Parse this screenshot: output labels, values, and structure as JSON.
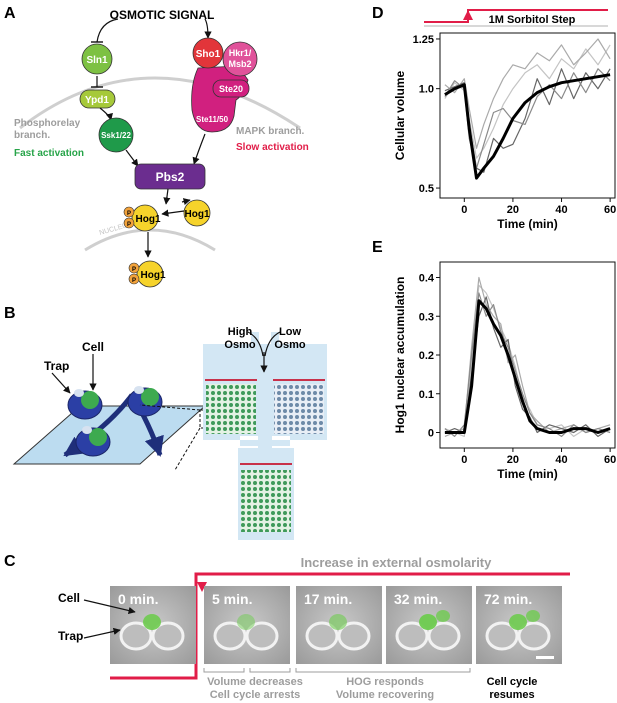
{
  "panels": {
    "A": "A",
    "B": "B",
    "C": "C",
    "D": "D",
    "E": "E"
  },
  "panel_a": {
    "signal": "OSMOTIC SIGNAL",
    "sln1": "Sln1",
    "ypd1": "Ypd1",
    "ssk": "Ssk1/22",
    "sho1": "Sho1",
    "hkr1_l1": "Hkr1/",
    "hkr1_l2": "Msb2",
    "ste20": "Ste20",
    "ste11": "Ste11/50",
    "pbs2": "Pbs2",
    "hog1": "Hog1",
    "p": "P",
    "phos_l1": "Phosphorelay",
    "phos_l2": "branch.",
    "fast": "Fast activation",
    "mapk": "MAPK branch.",
    "slow": "Slow activation",
    "nucleus": "NUCLEUS",
    "colors": {
      "sln1": "#7dc143",
      "ypd1": "#a6c93a",
      "ssk": "#1f9a4a",
      "sho1": "#e2353a",
      "hkr1": "#e0529a",
      "ste20": "#d1207f",
      "pbs2": "#6b2d8f",
      "hog1": "#f6d32b",
      "p": "#f2a23a",
      "fast": "#27a449",
      "slow": "#e11d48"
    }
  },
  "panel_b": {
    "cell": "Cell",
    "trap": "Trap",
    "high_l1": "High",
    "high_l2": "Osmo",
    "low_l1": "Low",
    "low_l2": "Osmo"
  },
  "panel_c": {
    "header": "Increase in external osmolarity",
    "times": [
      "0 min.",
      "5 min.",
      "17 min.",
      "32 min.",
      "72 min."
    ],
    "cell": "Cell",
    "trap": "Trap",
    "cap1_l1": "Volume decreases",
    "cap1_l2": "Cell cycle arrests",
    "cap2_l1": "HOG responds",
    "cap2_l2": "Volume recovering",
    "cap3_l1": "Cell cycle",
    "cap3_l2": "resumes"
  },
  "chart_data": [
    {
      "type": "line",
      "panel": "D",
      "annotation": "1M Sorbitol Step",
      "xlabel": "Time (min)",
      "ylabel": "Cellular volume",
      "xlim": [
        -10,
        62
      ],
      "ylim": [
        0.45,
        1.28
      ],
      "xticks": [
        0,
        20,
        40,
        60
      ],
      "yticks": [
        0.5,
        1.0,
        1.25
      ],
      "ytick_labels": [
        "0.5",
        "1.0",
        "1.25"
      ],
      "x": [
        -8,
        -4,
        0,
        2,
        5,
        8,
        12,
        16,
        20,
        25,
        30,
        35,
        40,
        45,
        50,
        55,
        60
      ],
      "series": [
        {
          "color": "#000000",
          "values": [
            0.97,
            1.0,
            1.02,
            0.8,
            0.55,
            0.6,
            0.66,
            0.75,
            0.85,
            0.93,
            0.98,
            1.01,
            1.03,
            1.04,
            1.05,
            1.06,
            1.07
          ]
        },
        {
          "color": "#8a8a8a",
          "values": [
            0.96,
            1.04,
            1.0,
            0.75,
            0.6,
            0.72,
            0.88,
            0.9,
            0.84,
            0.82,
            0.96,
            1.02,
            0.95,
            1.08,
            0.98,
            1.1,
            1.04
          ]
        },
        {
          "color": "#666666",
          "values": [
            0.99,
            1.01,
            1.03,
            0.82,
            0.6,
            0.58,
            0.75,
            0.7,
            0.72,
            0.85,
            1.05,
            0.92,
            1.1,
            0.95,
            1.08,
            1.0,
            1.1
          ]
        },
        {
          "color": "#aaaaaa",
          "values": [
            1.02,
            0.98,
            1.05,
            0.9,
            0.7,
            0.82,
            0.95,
            1.05,
            1.12,
            1.1,
            1.18,
            1.14,
            1.22,
            1.12,
            1.18,
            1.25,
            1.15
          ]
        },
        {
          "color": "#c4c4c4",
          "values": [
            0.95,
            1.03,
            0.99,
            0.85,
            0.65,
            0.7,
            0.8,
            0.92,
            1.0,
            1.08,
            1.12,
            1.05,
            1.15,
            1.1,
            1.2,
            1.12,
            1.22
          ]
        }
      ]
    },
    {
      "type": "line",
      "panel": "E",
      "xlabel": "Time (min)",
      "ylabel": "Hog1 nuclear accumulation",
      "xlim": [
        -10,
        62
      ],
      "ylim": [
        -0.04,
        0.44
      ],
      "xticks": [
        0,
        20,
        40,
        60
      ],
      "yticks": [
        0,
        0.1,
        0.2,
        0.3,
        0.4
      ],
      "ytick_labels": [
        "0",
        "0.1",
        "0.2",
        "0.3",
        "0.4"
      ],
      "x": [
        -8,
        -4,
        0,
        3,
        6,
        9,
        12,
        15,
        18,
        21,
        24,
        27,
        30,
        35,
        40,
        45,
        50,
        55,
        60
      ],
      "series": [
        {
          "color": "#000000",
          "values": [
            0.0,
            0.0,
            0.0,
            0.12,
            0.34,
            0.32,
            0.28,
            0.25,
            0.2,
            0.14,
            0.08,
            0.03,
            0.01,
            0.0,
            0.0,
            0.01,
            0.01,
            0.0,
            0.01
          ]
        },
        {
          "color": "#8a8a8a",
          "values": [
            0.01,
            -0.01,
            0.02,
            0.2,
            0.36,
            0.3,
            0.33,
            0.26,
            0.22,
            0.16,
            0.1,
            0.05,
            0.02,
            0.01,
            -0.01,
            0.02,
            0.0,
            0.01,
            0.0
          ]
        },
        {
          "color": "#666666",
          "values": [
            0.0,
            0.01,
            0.0,
            0.15,
            0.3,
            0.35,
            0.27,
            0.22,
            0.24,
            0.12,
            0.06,
            0.04,
            0.0,
            0.02,
            0.01,
            0.0,
            0.02,
            -0.01,
            0.01
          ]
        },
        {
          "color": "#aaaaaa",
          "values": [
            -0.01,
            0.0,
            0.01,
            0.22,
            0.4,
            0.33,
            0.3,
            0.28,
            0.18,
            0.2,
            0.12,
            0.05,
            0.03,
            0.0,
            0.01,
            0.02,
            0.0,
            0.01,
            0.02
          ]
        },
        {
          "color": "#c4c4c4",
          "values": [
            0.01,
            0.0,
            -0.01,
            0.18,
            0.38,
            0.36,
            0.32,
            0.27,
            0.23,
            0.17,
            0.09,
            0.06,
            0.02,
            0.01,
            0.02,
            -0.01,
            0.01,
            0.0,
            0.01
          ]
        }
      ]
    }
  ]
}
